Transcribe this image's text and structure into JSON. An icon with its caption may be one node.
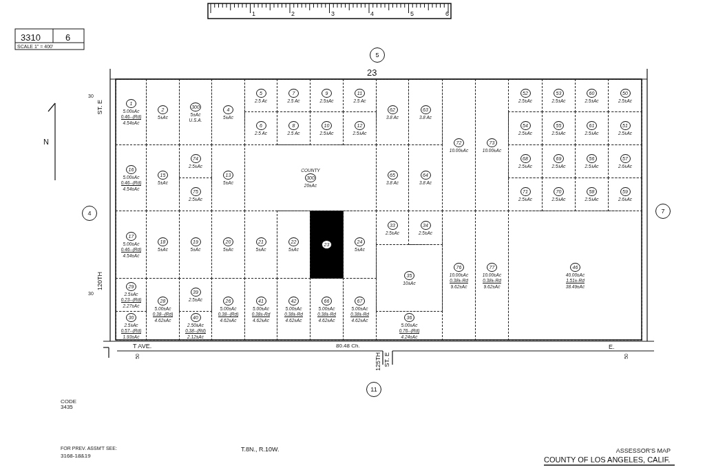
{
  "diagram": {
    "title": "ASSESSOR'S MAP",
    "caption": "COUNTY OF LOS ANGELES, CALIF.",
    "nodes": [
      {
        "text": [
          "5"
        ]
      },
      {
        "text": [
          "1",
          "5.00±Ac",
          "0.46--(Rd)",
          "4.54±Ac"
        ]
      },
      {
        "text": [
          "2",
          "5±Ac"
        ]
      },
      {
        "text": [
          "300",
          "5±Ac",
          "U.S.A."
        ]
      },
      {
        "text": [
          "4",
          "5±Ac"
        ]
      },
      {
        "text": [
          "5",
          "2.5 Ac"
        ]
      },
      {
        "text": [
          "7",
          "2.5 Ac"
        ]
      },
      {
        "text": [
          "9",
          "2.5±Ac"
        ]
      },
      {
        "text": [
          "11",
          "2.5 Ac"
        ]
      },
      {
        "text": [
          "6",
          "2.5 Ac"
        ]
      },
      {
        "text": [
          "8",
          "2.5 Ac"
        ]
      },
      {
        "text": [
          "10",
          "2.5±Ac"
        ]
      },
      {
        "text": [
          "12",
          "2.5±Ac"
        ]
      },
      {
        "text": [
          "62",
          "3.8 Ac"
        ]
      },
      {
        "text": [
          "63",
          "3.8 Ac"
        ]
      },
      {
        "text": [
          "72",
          "10.00±Ac"
        ]
      },
      {
        "text": [
          "73",
          "10.00±Ac"
        ]
      },
      {
        "text": [
          "52",
          "2.5±Ac"
        ]
      },
      {
        "text": [
          "53",
          "2.5±Ac"
        ]
      },
      {
        "text": [
          "60",
          "2.5±Ac"
        ]
      },
      {
        "text": [
          "50",
          "2.5±Ac"
        ]
      },
      {
        "text": [
          "54",
          "2.5±Ac"
        ]
      },
      {
        "text": [
          "55",
          "2.5±Ac"
        ]
      },
      {
        "text": [
          "61",
          "2.5±Ac"
        ]
      },
      {
        "text": [
          "51",
          "2.5±Ac"
        ]
      },
      {
        "text": [
          "16",
          "5.00±Ac",
          "0.46--(Rd)",
          "4.54±Ac"
        ]
      },
      {
        "text": [
          "15",
          "5±Ac"
        ]
      },
      {
        "text": [
          "74",
          "2.5±Ac"
        ]
      },
      {
        "text": [
          "75",
          "2.5±Ac"
        ]
      },
      {
        "text": [
          "13",
          "5±Ac"
        ]
      },
      {
        "text": [
          "COUNTY",
          "300",
          "20±Ac"
        ]
      },
      {
        "text": [
          "65",
          "3.8 Ac"
        ]
      },
      {
        "text": [
          "64",
          "3.8 Ac"
        ]
      },
      {
        "text": [
          "68",
          "2.5±Ac"
        ]
      },
      {
        "text": [
          "69",
          "2.5±Ac"
        ]
      },
      {
        "text": [
          "56",
          "2.5±Ac"
        ]
      },
      {
        "text": [
          "57",
          "2.6±Ac"
        ]
      },
      {
        "text": [
          "71",
          "2.5±Ac"
        ]
      },
      {
        "text": [
          "70",
          "2.5±Ac"
        ]
      },
      {
        "text": [
          "58",
          "2.5±Ac"
        ]
      },
      {
        "text": [
          "59",
          "2.6±Ac"
        ]
      },
      {
        "text": [
          "17",
          "5.00±Ac",
          "0.46--(Rd)",
          "4.54±Ac"
        ]
      },
      {
        "text": [
          "18",
          "5±Ac"
        ]
      },
      {
        "text": [
          "19",
          "5±Ac"
        ]
      },
      {
        "text": [
          "20",
          "5±Ac"
        ]
      },
      {
        "text": [
          "21",
          "5±Ac"
        ]
      },
      {
        "text": [
          "22",
          "5±Ac"
        ]
      },
      {
        "text": [
          "23"
        ]
      },
      {
        "text": [
          "24",
          "5±Ac"
        ]
      },
      {
        "text": [
          "33",
          "2.5±Ac"
        ]
      },
      {
        "text": [
          "34",
          "2.5±Ac"
        ]
      },
      {
        "text": [
          "35",
          "10±Ac"
        ]
      },
      {
        "text": [
          "76",
          "10.00±Ac",
          "0.38±-Rd",
          "9.62±Ac"
        ]
      },
      {
        "text": [
          "77",
          "10.00±Ac",
          "0.38±-Rd",
          "9.62±Ac"
        ]
      },
      {
        "text": [
          "46",
          "40.00±Ac",
          "1.51±-Rd",
          "38.49±Ac"
        ]
      },
      {
        "text": [
          "29",
          "2.5±Ac",
          "0.23--(Rd)",
          "2.27±Ac"
        ]
      },
      {
        "text": [
          "30",
          "2.5±Ac",
          "0.57--(Rd)",
          "1.93±Ac"
        ]
      },
      {
        "text": [
          "28",
          "5.00±Ac",
          "0.38--(Rd)",
          "4.62±Ac"
        ]
      },
      {
        "text": [
          "39",
          "2.5±Ac"
        ]
      },
      {
        "text": [
          "40",
          "2.50±Ac",
          "0.38--(Rd)",
          "2.12±Ac"
        ]
      },
      {
        "text": [
          "26",
          "5.00±Ac",
          "0.38--(Rd)",
          "4.62±Ac"
        ]
      },
      {
        "text": [
          "41",
          "5.00±Ac",
          "0.38±-Rd",
          "4.62±Ac"
        ]
      },
      {
        "text": [
          "42",
          "5.00±Ac",
          "0.38±-Rd",
          "4.62±Ac"
        ]
      },
      {
        "text": [
          "66",
          "5.00±Ac",
          "0.38±-Rd",
          "4.62±Ac"
        ]
      },
      {
        "text": [
          "67",
          "5.00±Ac",
          "0.38±-Rd",
          "4.62±Ac"
        ]
      },
      {
        "text": [
          "36",
          "5.00±Ac",
          "0.76--(Rd)",
          "4.24±Ac"
        ]
      },
      {
        "text": [
          "4"
        ]
      },
      {
        "text": [
          "7"
        ]
      },
      {
        "text": [
          "11"
        ]
      }
    ],
    "labels": [
      "1",
      "2",
      "3",
      "4",
      "5",
      "6",
      "3310",
      "6",
      "SCALE 1\" = 400'",
      "23",
      "30",
      "ST. E",
      "120TH",
      "30",
      "T AVE.",
      "80.48 Ch.",
      "E.",
      "50",
      "50",
      "125TH",
      "ST. E",
      "N",
      "CODE 3435",
      "FOR PREV. ASSM'T SEE:",
      "3168-18&19",
      "T.8N., R.10W."
    ]
  }
}
